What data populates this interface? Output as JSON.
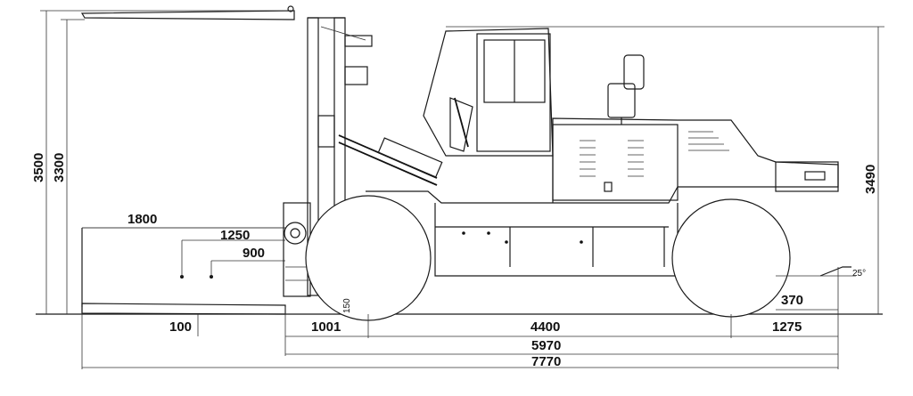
{
  "dimensions": {
    "height_overall": "3500",
    "height_mast": "3300",
    "height_cab": "3490",
    "fork_length": "1800",
    "load_center_1": "1250",
    "load_center_2": "900",
    "fork_gap": "100",
    "front_overhang": "1001",
    "wheelbase": "4400",
    "rear_overhang": "1275",
    "length_no_forks": "5970",
    "length_overall": "7770",
    "ground_clearance": "370",
    "departure_angle": "25°",
    "fork_thickness": "150"
  }
}
